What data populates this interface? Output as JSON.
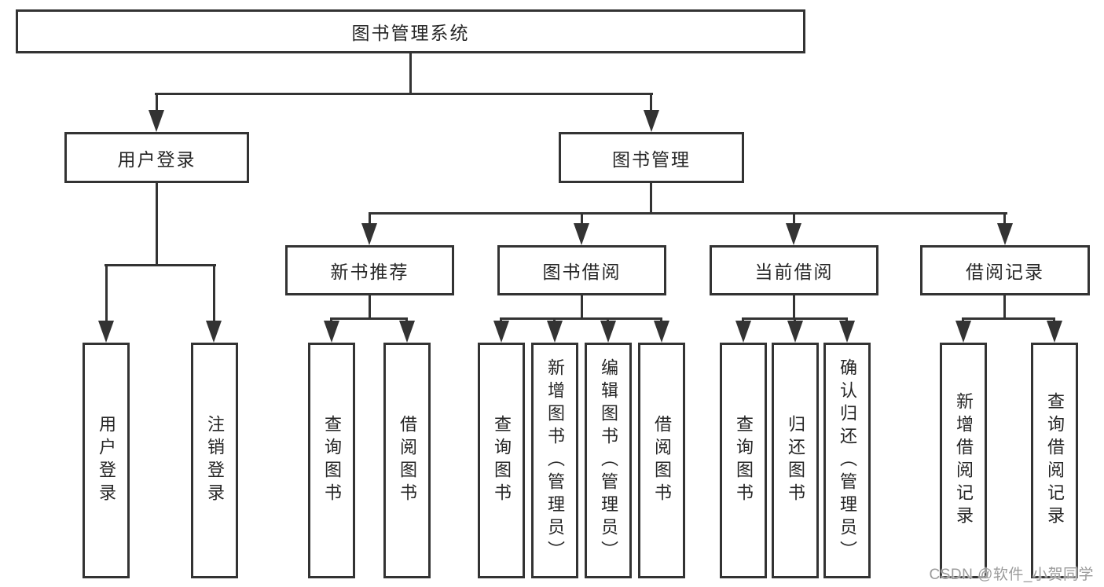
{
  "tree": {
    "root": {
      "label": "图书管理系统"
    },
    "branches": [
      {
        "label": "用户登录",
        "children": [
          {
            "label": "用户登录"
          },
          {
            "label": "注销登录"
          }
        ]
      },
      {
        "label": "图书管理",
        "children": [
          {
            "label": "新书推荐",
            "children": [
              {
                "label": "查询图书"
              },
              {
                "label": "借阅图书"
              }
            ]
          },
          {
            "label": "图书借阅",
            "children": [
              {
                "label": "查询图书"
              },
              {
                "label": "新增图书（管理员）"
              },
              {
                "label": "编辑图书（管理员）"
              },
              {
                "label": "借阅图书"
              }
            ]
          },
          {
            "label": "当前借阅",
            "children": [
              {
                "label": "查询图书"
              },
              {
                "label": "归还图书"
              },
              {
                "label": "确认归还（管理员）"
              }
            ]
          },
          {
            "label": "借阅记录",
            "children": [
              {
                "label": "新增借阅记录"
              },
              {
                "label": "查询借阅记录"
              }
            ]
          }
        ]
      }
    ]
  },
  "watermark": {
    "text": "CSDN @软件_小贺同学",
    "color": "#9b9b9b"
  },
  "colors": {
    "line": "#333333",
    "text": "#262626",
    "box_background": "#ffffff",
    "page_background": "#ffffff"
  }
}
